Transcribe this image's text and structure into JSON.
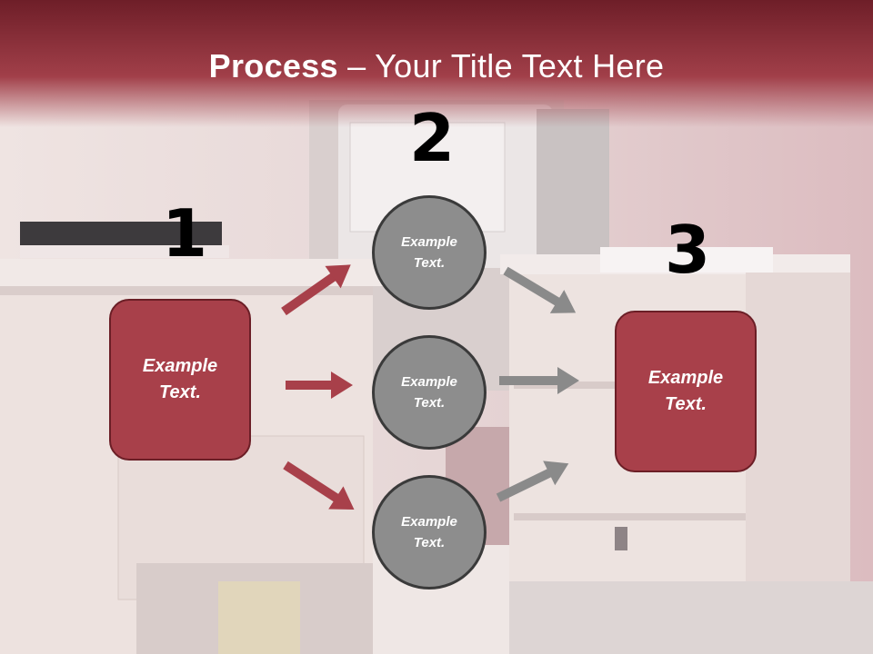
{
  "slide": {
    "title_bold": "Process",
    "title_rest": " – Your Title Text Here"
  },
  "steps": [
    {
      "number": "1",
      "label_line1": "Example",
      "label_line2": "Text."
    },
    {
      "number": "2"
    },
    {
      "number": "3",
      "label_line1": "Example",
      "label_line2": "Text."
    }
  ],
  "circles": [
    {
      "label_line1": "Example",
      "label_line2": "Text."
    },
    {
      "label_line1": "Example",
      "label_line2": "Text."
    },
    {
      "label_line1": "Example",
      "label_line2": "Text."
    }
  ],
  "colors": {
    "accent_red": "#a8404a",
    "circle_gray": "#8d8d8d",
    "arrow_red": "#a8404a",
    "arrow_gray": "#8a8a8a"
  }
}
